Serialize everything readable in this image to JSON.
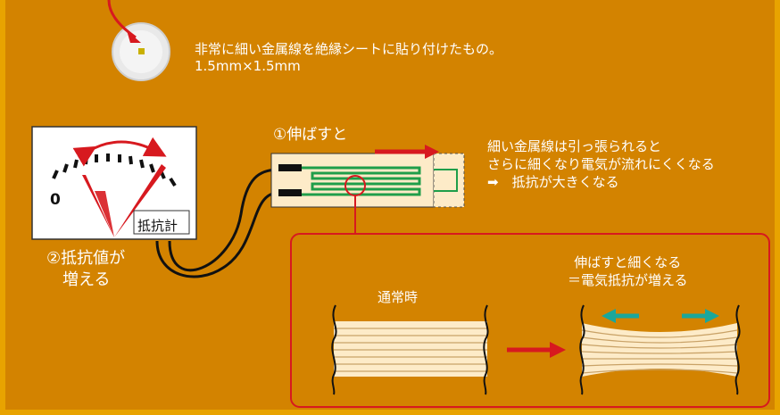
{
  "sensor": {
    "line1": "非常に細い金属線を絶縁シートに貼り付けたもの。",
    "line2": "1.5mm×1.5mm"
  },
  "meter": {
    "zero": "0",
    "label": "抵抗計"
  },
  "step1": "①伸ばすと",
  "explanation": {
    "line1": "細い金属線は引っ張られると",
    "line2": "さらに細くなり電気が流れにくくなる",
    "line3": "➡　抵抗が大きくなる"
  },
  "step2": {
    "line1": "②抵抗値が",
    "line2": "　増える"
  },
  "detail": {
    "normal_label": "通常時",
    "thin_line1": "伸ばすと細くなる",
    "thin_line2": "＝電気抵抗が増える"
  },
  "colors": {
    "background": "#d38300",
    "border": "#e8a300",
    "red": "#d7191f",
    "green": "#1f9e4a",
    "teal": "#1aa79b",
    "sheet": "#fdebc8"
  }
}
